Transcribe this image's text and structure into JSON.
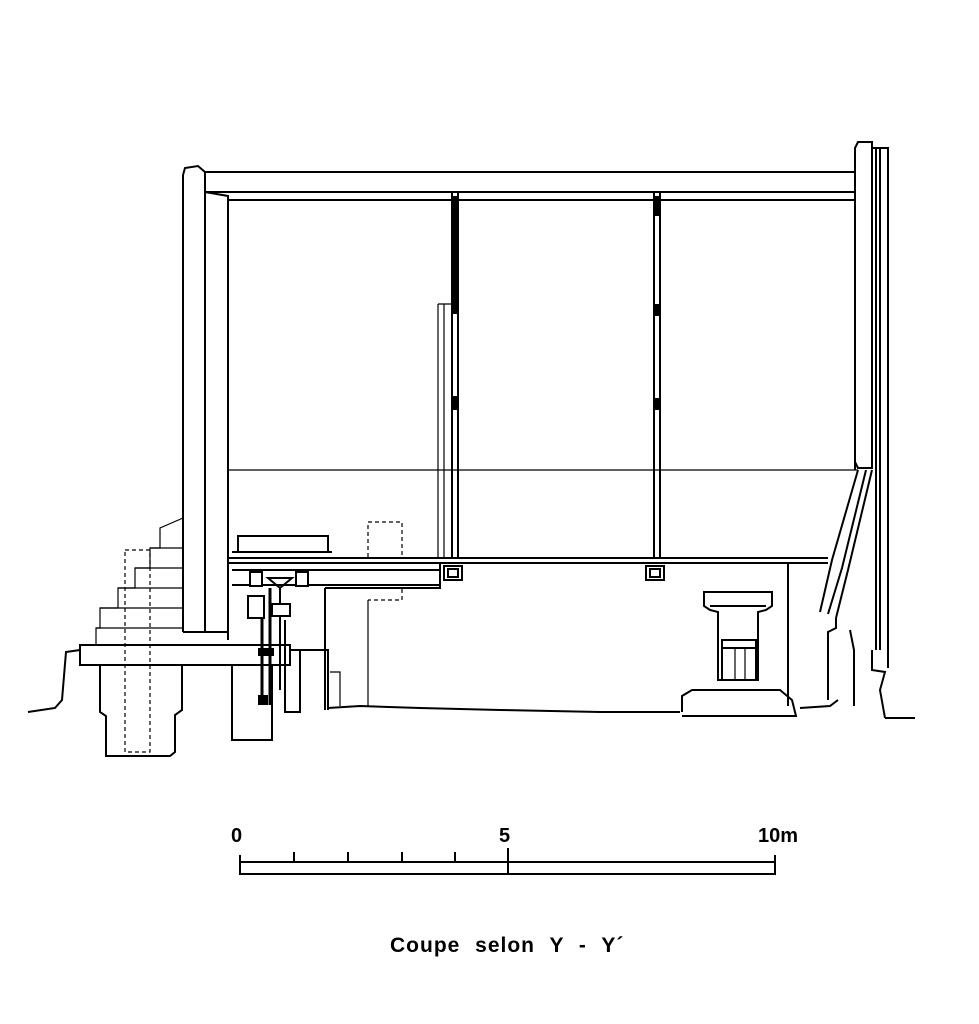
{
  "scale_bar": {
    "label_start": "0",
    "label_mid": "5",
    "label_end": "10m"
  },
  "caption": "Coupe selon Y - Y´"
}
